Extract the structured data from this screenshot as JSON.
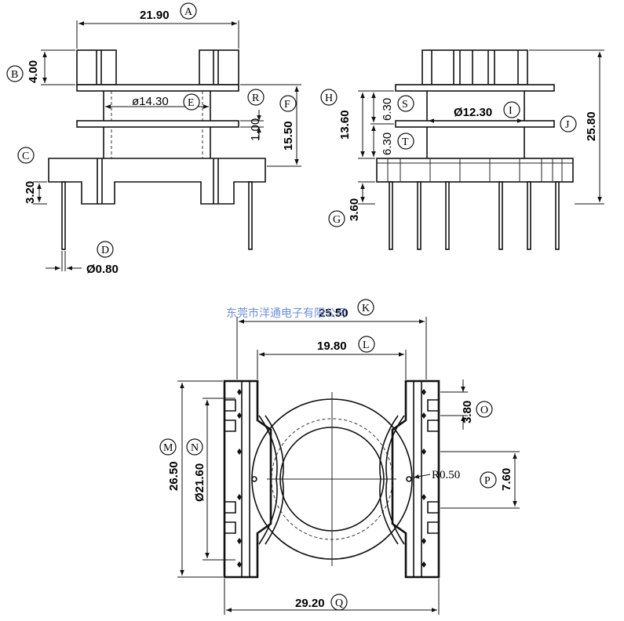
{
  "watermark": "东莞市洋通电子有限公司",
  "labels": {
    "A": "A",
    "B": "B",
    "C": "C",
    "D": "D",
    "E": "E",
    "F": "F",
    "G": "G",
    "H": "H",
    "I": "I",
    "J": "J",
    "K": "K",
    "L": "L",
    "M": "M",
    "N": "N",
    "O": "O",
    "P": "P",
    "Q": "Q",
    "R": "R",
    "S": "S",
    "T": "T"
  },
  "dims": {
    "A": "21.90",
    "B": "4.00",
    "C": "3.20",
    "D": "Ø0.80",
    "E": "ø14.30",
    "R": "1.00",
    "F": "15.50",
    "H": "13.60",
    "S": "6.30",
    "T": "6.30",
    "I": "Ø12.30",
    "J": "25.80",
    "G": "3.60",
    "K": "25.50",
    "L": "19.80",
    "M": "26.50",
    "N": "Ø21.60",
    "O": "3.80",
    "P": "7.60",
    "P_radius": "R0.50",
    "Q": "29.20"
  }
}
